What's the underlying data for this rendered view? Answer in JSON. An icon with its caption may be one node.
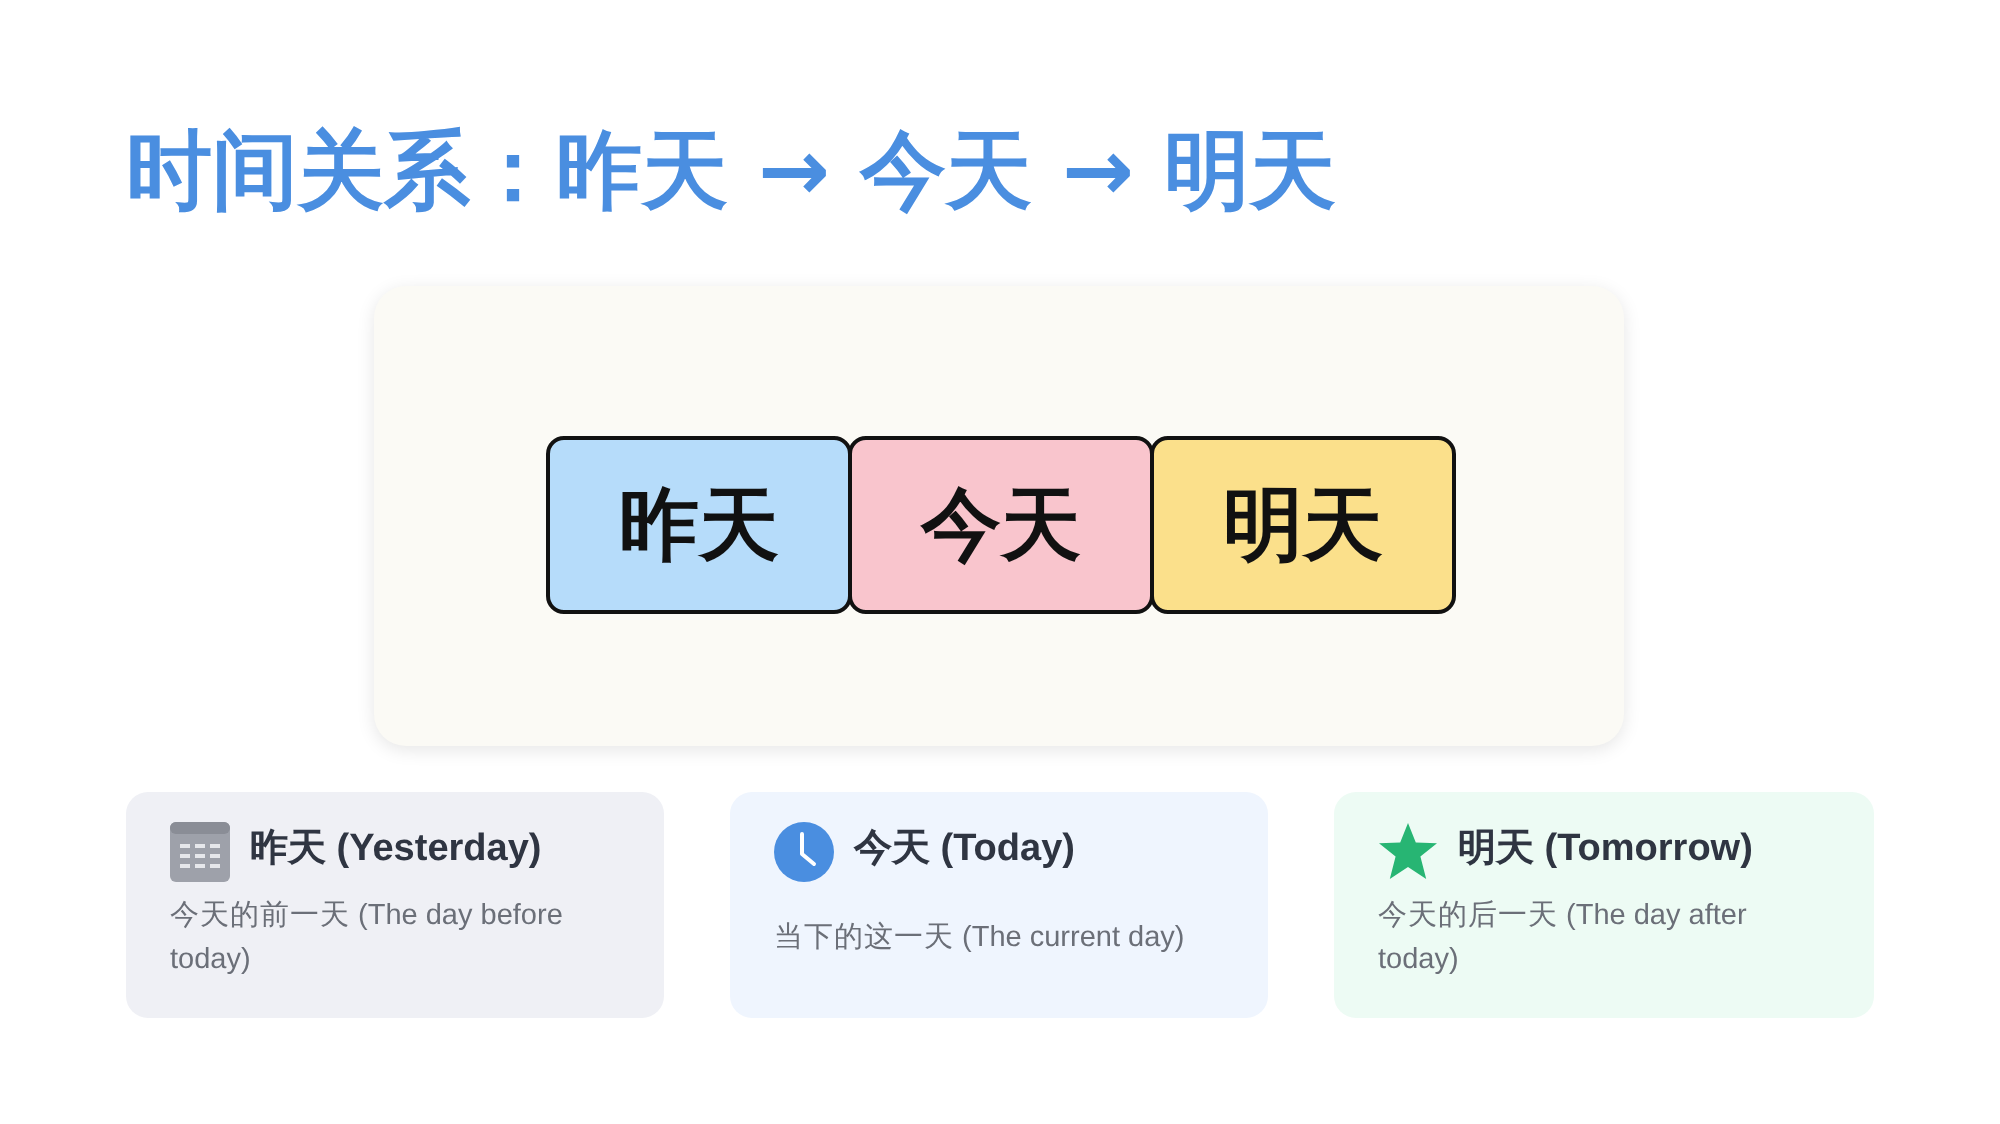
{
  "diagram": {
    "title": "时间关系：昨天 → 今天 → 明天",
    "nodes": [
      {
        "text": [],
        "shape": "box"
      },
      {
        "text": [
          "昨天"
        ],
        "in": 0
      },
      {
        "text": [
          "今天"
        ],
        "in": 0
      },
      {
        "text": [
          "明天"
        ],
        "in": 0
      },
      {
        "text": [
          "昨天 (Yesterday)",
          "今天的前一天 (The day before today)"
        ]
      },
      {
        "text": [
          "今天 (Today)",
          "当下的这一天 (The current day)"
        ]
      },
      {
        "text": [
          "明天 (Tomorrow)",
          "今天的后一天 (The day after today)"
        ]
      }
    ]
  }
}
